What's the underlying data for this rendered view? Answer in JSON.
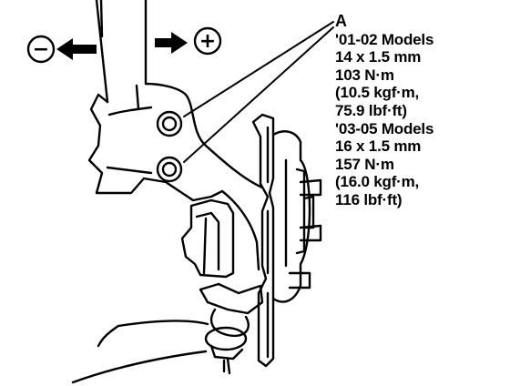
{
  "diagram": {
    "callout_letter": "A",
    "callout_lines": [
      "'01-02 Models",
      "14 x 1.5 mm",
      "103 N·m",
      "(10.5 kgf·m,",
      "75.9 lbf·ft)",
      "'03-05 Models",
      "16 x 1.5 mm",
      "157 N·m",
      "(16.0 kgf·m,",
      "116 lbf·ft)"
    ],
    "direction_negative_symbol": "−",
    "direction_positive_symbol": "+",
    "ink_color": "#000000",
    "paper_color": "#ffffff",
    "arrow_fill_color": "#000000"
  }
}
